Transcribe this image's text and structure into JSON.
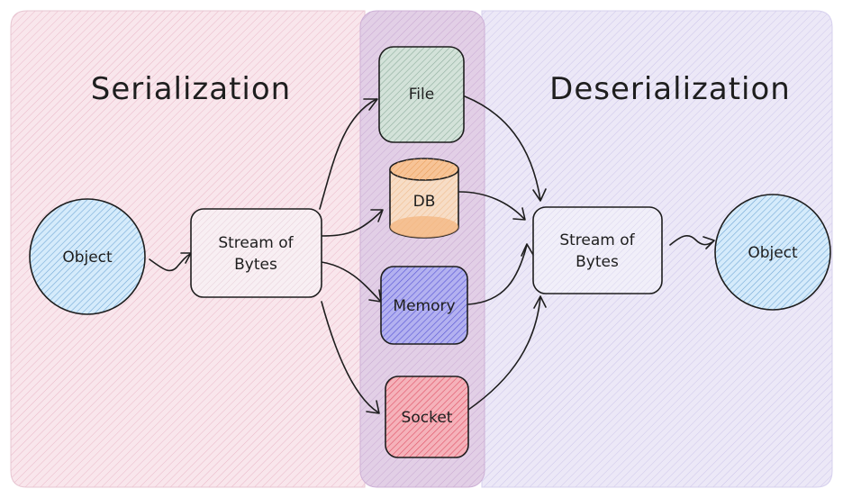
{
  "titles": {
    "left": "Serialization",
    "right": "Deserialization"
  },
  "nodes": {
    "object_left": "Object",
    "stream_left": "Stream of\nBytes",
    "file": "File",
    "db": "DB",
    "memory": "Memory",
    "socket": "Socket",
    "stream_right": "Stream of\nBytes",
    "object_right": "Object"
  },
  "colors": {
    "serialization_bg": "#f9dde6",
    "middle_bg": "#d9c2df",
    "deserialization_bg": "#e3def4",
    "object_fill": "#a5d8ff",
    "stream_fill": "#f3e8ee",
    "file_fill": "#b2c9bd",
    "db_fill": "#f7c497",
    "memory_fill": "#8a87e8",
    "socket_fill": "#f08a96",
    "stroke": "#1e1e1e"
  }
}
